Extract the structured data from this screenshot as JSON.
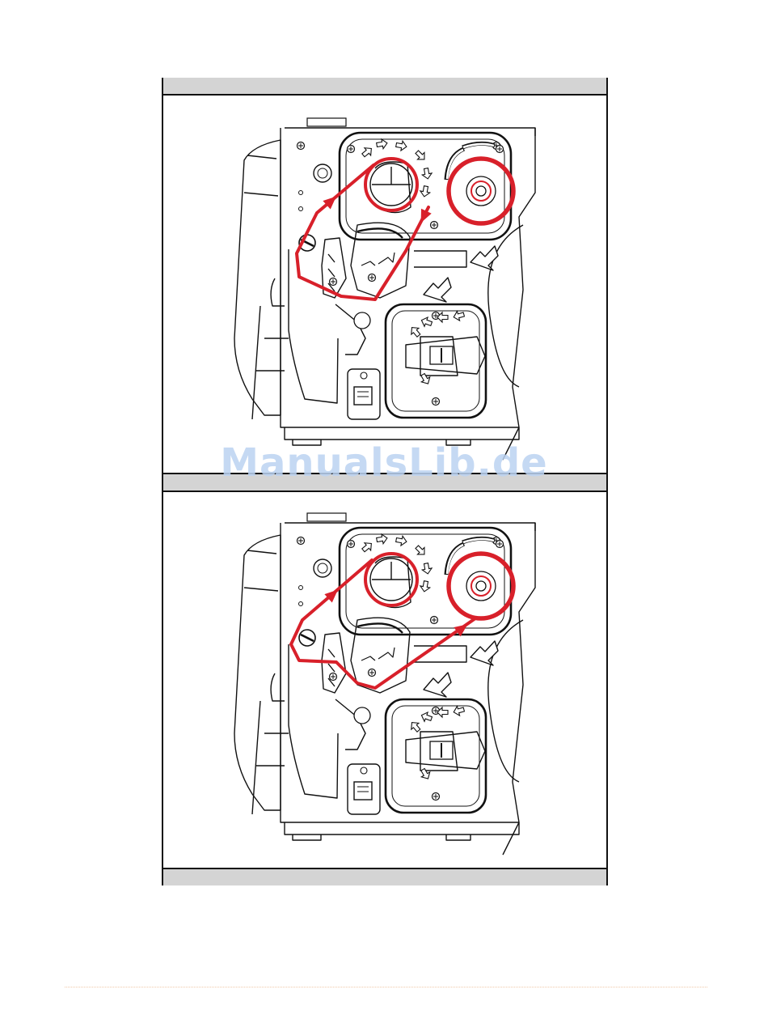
{
  "watermark": "ManualsLib.de",
  "colors": {
    "path": "#d8202a",
    "line": "#111111",
    "band": "#d4d4d4"
  },
  "panels": [
    {
      "id": "panel-1",
      "ribbon_route": "upper"
    },
    {
      "id": "panel-2",
      "ribbon_route": "lower"
    }
  ]
}
